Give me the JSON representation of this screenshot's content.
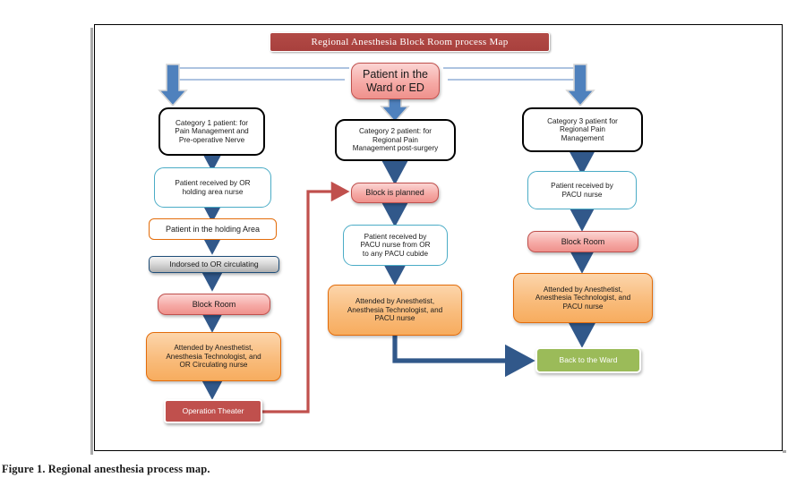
{
  "figure": {
    "caption": "Figure 1. Regional anesthesia process map.",
    "title": "Regional Anesthesia Block Room process Map"
  },
  "colors": {
    "title_bar": "#a8403d",
    "pink_fill": "#f6aaa6",
    "pink_border": "#c0504d",
    "teal_border": "#4bacc6",
    "orange_border": "#e36c0a",
    "orange_fill": "#f9bc7c",
    "grey_fill": "#d9d9d9",
    "dark_red": "#c0504d",
    "green": "#9bbb59",
    "blue_arrow": "#31588a",
    "red_arrow": "#c0504d",
    "frame": "#000000"
  },
  "nodes": {
    "start": "Patient in the\nWard or ED",
    "cat1": "Category 1 patient: for\nPain Management and\nPre-operative Nerve",
    "cat2": "Category 2 patient: for\nRegional Pain\nManagement post-surgery",
    "cat3": "Category 3 patient  for\nRegional Pain\nManagement",
    "l1": "Patient received by OR\nholding area nurse",
    "l2": "Patient in the holding Area",
    "l3": "Indorsed to OR circulating",
    "l4": "Block Room",
    "l5": "Attended by Anesthetist,\nAnesthesia Technologist, and\nOR Circulating nurse",
    "l6": "Operation Theater",
    "m1": "Block is planned",
    "m2": "Patient received by\nPACU nurse from OR\nto any PACU cubide",
    "m3": "Attended by Anesthetist,\nAnesthesia Technologist, and\nPACU nurse",
    "r1": "Patient received by\nPACU nurse",
    "r2": "Block Room",
    "r3": "Attended by Anesthetist,\nAnesthesia Technologist, and\nPACU nurse",
    "r4": "Back to the Ward"
  },
  "chart_data": {
    "type": "diagram",
    "diagram_kind": "flowchart",
    "title": "Regional Anesthesia Block Room process Map",
    "lanes": [
      "Category 1",
      "Category 2",
      "Category 3"
    ],
    "steps": [
      {
        "id": "start",
        "label": "Patient in the Ward or ED",
        "style": "pink",
        "lane": "all"
      },
      {
        "id": "cat1",
        "label": "Category 1 patient: for Pain Management and Pre-operative Nerve",
        "style": "black-outline",
        "lane": "Category 1"
      },
      {
        "id": "l1",
        "label": "Patient received by OR holding area nurse",
        "style": "teal-outline",
        "lane": "Category 1"
      },
      {
        "id": "l2",
        "label": "Patient in the holding Area",
        "style": "orange-outline",
        "lane": "Category 1"
      },
      {
        "id": "l3",
        "label": "Indorsed to OR circulating",
        "style": "grey-fill",
        "lane": "Category 1"
      },
      {
        "id": "l4",
        "label": "Block Room",
        "style": "pink",
        "lane": "Category 1"
      },
      {
        "id": "l5",
        "label": "Attended by Anesthetist, Anesthesia Technologist, and OR Circulating nurse",
        "style": "orange-fill",
        "lane": "Category 1"
      },
      {
        "id": "l6",
        "label": "Operation Theater",
        "style": "dark-red",
        "lane": "Category 1"
      },
      {
        "id": "cat2",
        "label": "Category 2 patient: for Regional Pain Management post-surgery",
        "style": "black-outline",
        "lane": "Category 2"
      },
      {
        "id": "m1",
        "label": "Block is planned",
        "style": "pink",
        "lane": "Category 2"
      },
      {
        "id": "m2",
        "label": "Patient received by PACU nurse from OR to any PACU cubide",
        "style": "teal-outline",
        "lane": "Category 2"
      },
      {
        "id": "m3",
        "label": "Attended by Anesthetist, Anesthesia Technologist, and PACU nurse",
        "style": "orange-fill",
        "lane": "Category 2"
      },
      {
        "id": "cat3",
        "label": "Category 3 patient  for Regional Pain Management",
        "style": "black-outline",
        "lane": "Category 3"
      },
      {
        "id": "r1",
        "label": "Patient received by PACU nurse",
        "style": "teal-outline",
        "lane": "Category 3"
      },
      {
        "id": "r2",
        "label": "Block Room",
        "style": "pink",
        "lane": "Category 3"
      },
      {
        "id": "r3",
        "label": "Attended by Anesthetist, Anesthesia Technologist, and PACU nurse",
        "style": "orange-fill",
        "lane": "Category 3"
      },
      {
        "id": "r4",
        "label": "Back to the Ward",
        "style": "green",
        "lane": "Category 3"
      }
    ],
    "edges": [
      {
        "from": "start",
        "to": "cat1",
        "color": "#31588a"
      },
      {
        "from": "start",
        "to": "cat2",
        "color": "#31588a"
      },
      {
        "from": "start",
        "to": "cat3",
        "color": "#31588a"
      },
      {
        "from": "cat1",
        "to": "l1",
        "color": "#31588a"
      },
      {
        "from": "l1",
        "to": "l2",
        "color": "#31588a"
      },
      {
        "from": "l2",
        "to": "l3",
        "color": "#31588a"
      },
      {
        "from": "l3",
        "to": "l4",
        "color": "#31588a"
      },
      {
        "from": "l4",
        "to": "l5",
        "color": "#31588a"
      },
      {
        "from": "l5",
        "to": "l6",
        "color": "#31588a"
      },
      {
        "from": "l6",
        "to": "m1",
        "color": "#c0504d"
      },
      {
        "from": "cat2",
        "to": "m1",
        "color": "#31588a"
      },
      {
        "from": "m1",
        "to": "m2",
        "color": "#31588a"
      },
      {
        "from": "m2",
        "to": "m3",
        "color": "#31588a"
      },
      {
        "from": "m3",
        "to": "r4",
        "color": "#31588a"
      },
      {
        "from": "cat3",
        "to": "r1",
        "color": "#31588a"
      },
      {
        "from": "r1",
        "to": "r2",
        "color": "#31588a"
      },
      {
        "from": "r2",
        "to": "r3",
        "color": "#31588a"
      },
      {
        "from": "r3",
        "to": "r4",
        "color": "#31588a"
      }
    ]
  }
}
